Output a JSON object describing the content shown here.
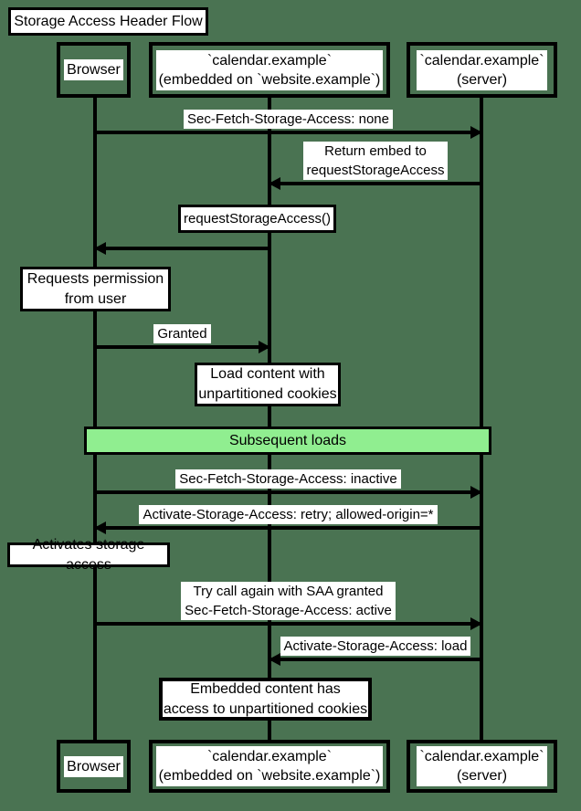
{
  "diagram": {
    "title": "Storage Access Header Flow",
    "participants": {
      "browser": "Browser",
      "embed": "`calendar.example`\n(embedded on `website.example`)",
      "server": "`calendar.example`\n(server)"
    },
    "messages": {
      "sfsa_none": "Sec-Fetch-Storage-Access: none",
      "return_embed": "Return embed to\nrequestStorageAccess",
      "granted": "Granted",
      "sfsa_inactive": "Sec-Fetch-Storage-Access: inactive",
      "asa_retry": "Activate-Storage-Access: retry; allowed-origin=*",
      "try_again": "Try call again with SAA granted\nSec-Fetch-Storage-Access: active",
      "asa_load": "Activate-Storage-Access: load"
    },
    "notes": {
      "request_storage_access": "requestStorageAccess()",
      "requests_permission": "Requests permission\nfrom user",
      "load_content": "Load content with\nunpartitioned cookies",
      "activates_storage": "Activates storage access",
      "embedded_content": "Embedded content has\naccess to unpartitioned cookies"
    },
    "divider": "Subsequent loads",
    "colors": {
      "background": "#4a7352",
      "divider_fill": "#90ee90",
      "stroke": "#000000",
      "label_background": "#ffffff"
    }
  }
}
